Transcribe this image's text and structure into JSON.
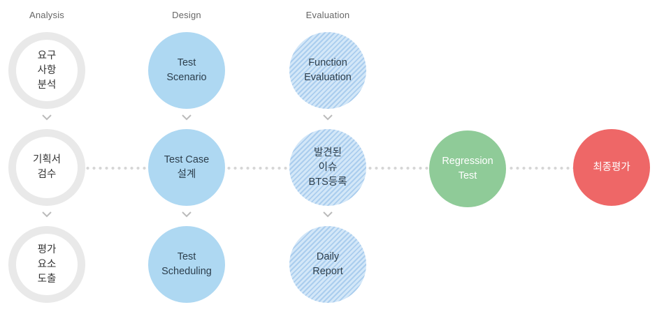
{
  "columns": [
    {
      "header": "Analysis"
    },
    {
      "header": "Design"
    },
    {
      "header": "Evaluation"
    }
  ],
  "nodes": {
    "analysis_1": "요구\n사항\n분석",
    "analysis_2": "기획서\n검수",
    "analysis_3": "평가\n요소\n도출",
    "design_1": "Test\nScenario",
    "design_2": "Test Case\n설계",
    "design_3": "Test\nScheduling",
    "eval_1": "Function\nEvaluation",
    "eval_2": "발견된\n이슈\nBTS등록",
    "eval_3": "Daily\nReport",
    "regression": "Regression\nTest",
    "final": "최종평가"
  },
  "colors": {
    "ring": "#e9e9e9",
    "design_blue": "#aed8f2",
    "eval_stripe_light": "#d3e7f8",
    "eval_stripe_dark": "#aacdee",
    "regression_green": "#8fcb98",
    "final_red": "#ee6767",
    "connector_dots": "#d6d6d6",
    "chevron": "#bbbbbb"
  },
  "icons": {
    "step_arrow": "chevron-down-icon"
  }
}
